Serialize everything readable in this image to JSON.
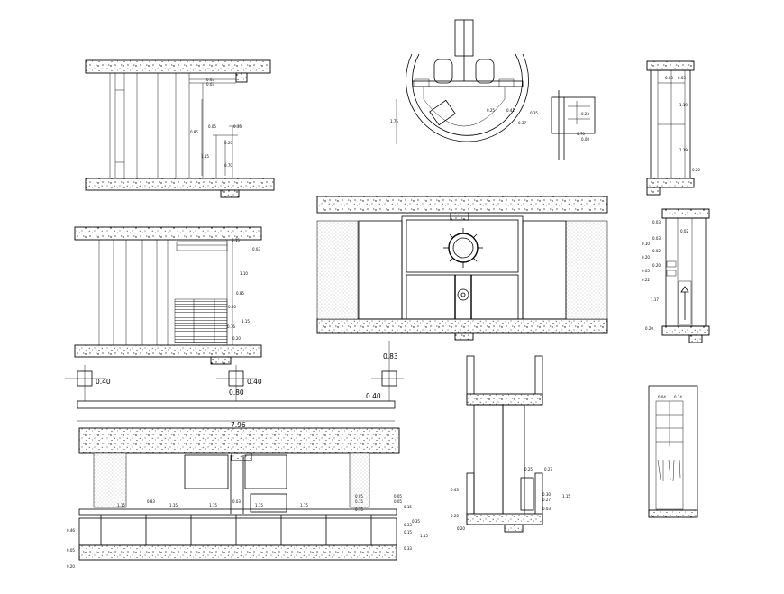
{
  "drawing": {
    "views": [
      {
        "id": "elevation-a",
        "labels": [
          "0.03",
          "0.03",
          "0.35",
          "0.85",
          "0.05",
          "0.20",
          "1.15",
          "0.70"
        ]
      },
      {
        "id": "plan-round",
        "labels": [
          "1.75",
          "0.25",
          "0.41",
          "0.35",
          "0.37"
        ]
      },
      {
        "id": "detail-small",
        "labels": [
          "0.23",
          "0.70",
          "0.08"
        ]
      },
      {
        "id": "side-right-1",
        "labels": [
          "0.03",
          "0.03",
          "1.19",
          "1.19",
          "0.20"
        ]
      },
      {
        "id": "elevation-b",
        "labels": [
          "0.15",
          "0.03",
          "1.10",
          "0.85",
          "0.20",
          "1.15",
          "0.20",
          "0.76"
        ]
      },
      {
        "id": "front-wheel",
        "labels": []
      },
      {
        "id": "side-right-2",
        "labels": [
          "0.03",
          "0.02",
          "0.03",
          "0.10",
          "0.02",
          "0.20",
          "0.20",
          "0.05",
          "0.22",
          "1.17",
          "0.20"
        ]
      },
      {
        "id": "plan-strip",
        "labels": [
          "0.83",
          "0.40",
          "0.40",
          "0.80",
          "0.40",
          "7.96"
        ]
      },
      {
        "id": "section-narrow",
        "labels": [
          "0.25",
          "0.27",
          "0.43",
          "0.30",
          "0.27",
          "0.03",
          "1.15",
          "0.20",
          "0.20"
        ]
      },
      {
        "id": "side-right-3",
        "labels": [
          "0.04",
          "0.14"
        ]
      },
      {
        "id": "railing-elevation",
        "labels": [
          "1.15",
          "0.83",
          "0.03",
          "1.15",
          "1.15",
          "1.15",
          "1.15",
          "0.05",
          "0.05",
          "0.15",
          "0.05",
          "0.15",
          "0.15",
          "0.33",
          "0.35",
          "0.15",
          "0.33",
          "1.15",
          "0.46",
          "0.05",
          "0.20"
        ]
      }
    ]
  }
}
